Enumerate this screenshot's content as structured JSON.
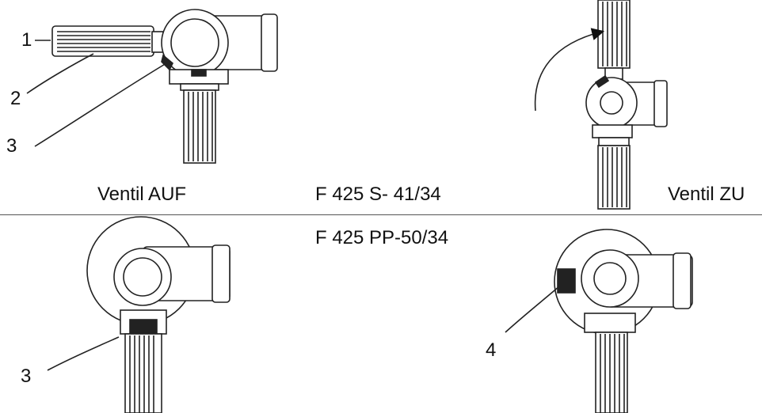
{
  "labels": {
    "valve_open": "Ventil AUF",
    "valve_closed": "Ventil ZU",
    "model_top": "F 425 S- 41/34",
    "model_bottom": "F 425 PP-50/34"
  },
  "callouts": {
    "one": "1",
    "two": "2",
    "three_top": "3",
    "three_bottom": "3",
    "four": "4"
  },
  "colors": {
    "line": "#222222",
    "text": "#111111"
  }
}
